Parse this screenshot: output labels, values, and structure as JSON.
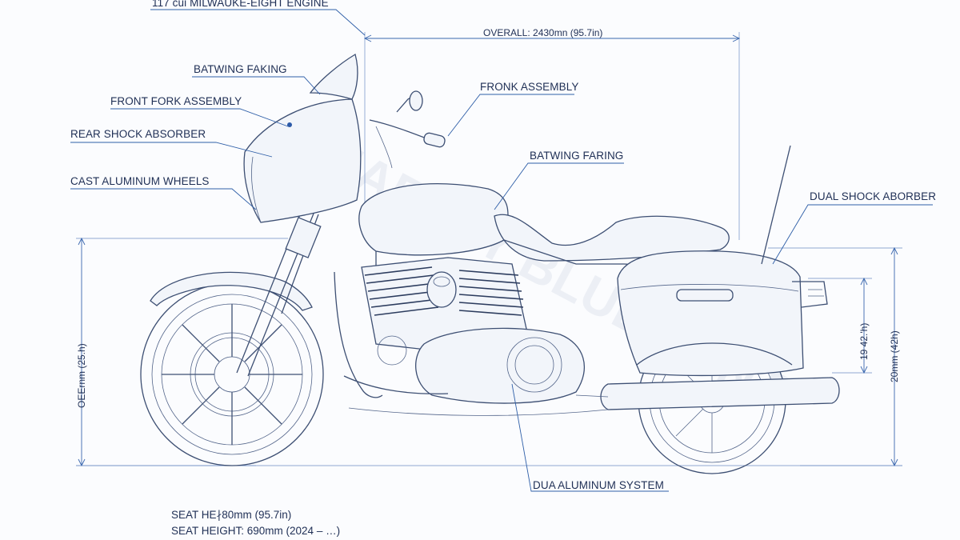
{
  "labels": {
    "engine": "117 cui MILWAUKE-EIGHT ENGINE",
    "batwing_left": "BATWING FAKING",
    "front_fork": "FRONT FORK ASSEMBLY",
    "rear_shock": "REAR SHOCK ABSORBER",
    "cast_wheels": "CAST ALUMINUM WHEELS",
    "fronk_assembly": "FRONK ASSEMBLY",
    "batwing_right": "BATWING FARING",
    "dual_shock": "DUAL SHOCK ABORBER",
    "dua_aluminum": "DUA ALUMINUM SYSTEM"
  },
  "dimensions": {
    "overall": "OVERALL: 2430mn (95.7in)",
    "left_height": "OEErnm (25.h)",
    "rear_small": "19 42.'h)",
    "rear_total": "20mm (42h)"
  },
  "specs": {
    "line1": "SEAT HE∤80mm (95.7in)",
    "line2": "SEAT HEIGHT: 690mm (2024 – …)"
  },
  "colors": {
    "ink": "#3d4f73",
    "leader": "#2f5fa8",
    "text": "#1f2f55"
  }
}
